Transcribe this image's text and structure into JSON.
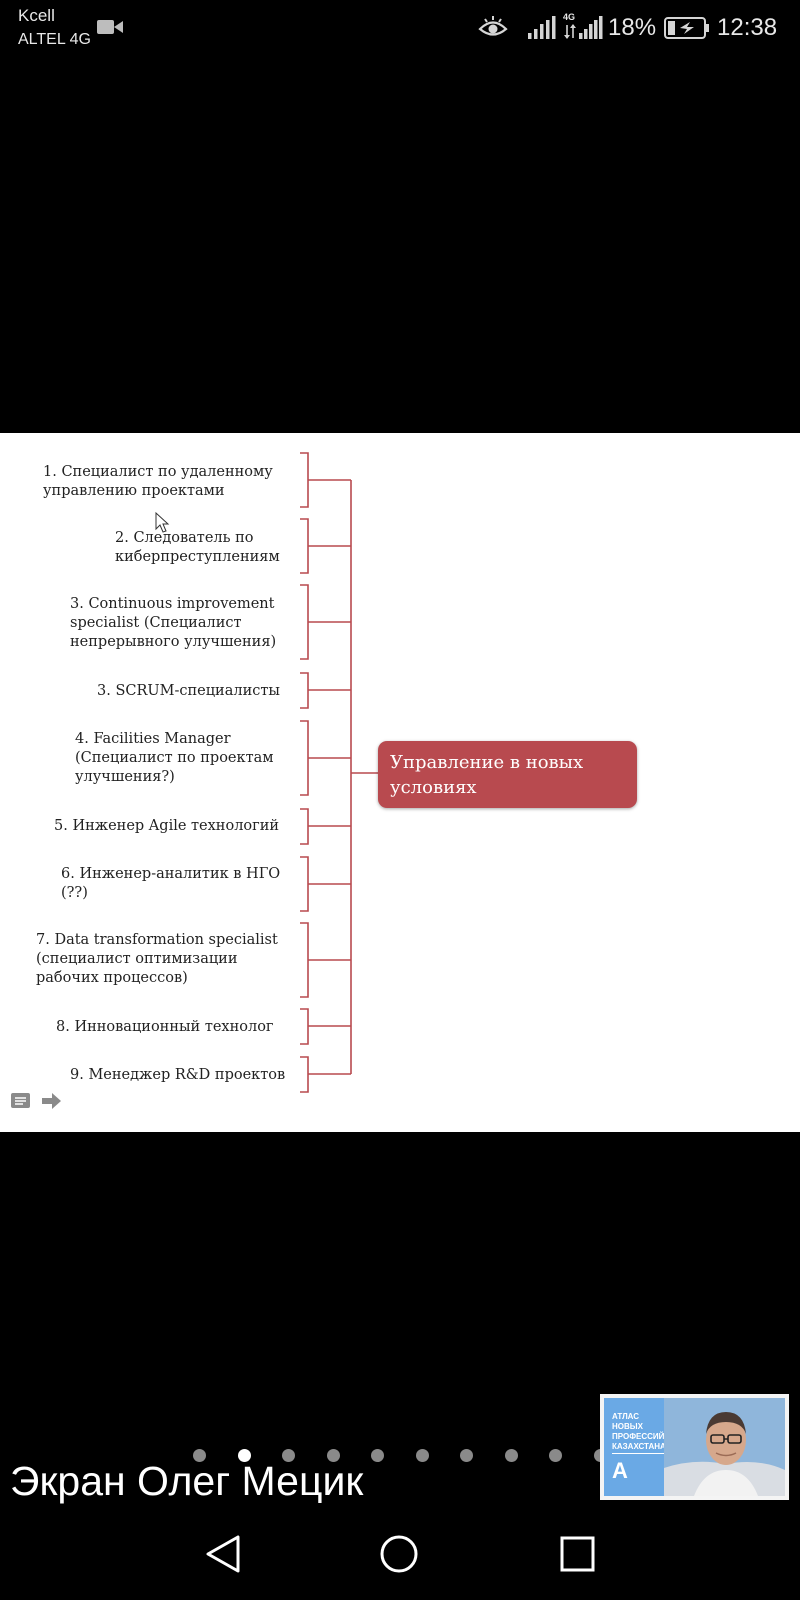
{
  "status_bar": {
    "carrier_primary": "Kcell",
    "carrier_secondary": "ALTEL 4G",
    "network_type": "4G",
    "battery_percent": "18%",
    "time": "12:38",
    "icons": [
      "video-camera-icon",
      "eye-icon",
      "signal-icon",
      "signal-4g-icon",
      "battery-charging-icon"
    ]
  },
  "slide": {
    "central_node": "Управление в новых условиях",
    "items": [
      {
        "line1": "1. Специалист по удаленному",
        "line2": "управлению проектами",
        "line3": ""
      },
      {
        "line1": "2. Следователь по",
        "line2": "киберпреступлениям",
        "line3": ""
      },
      {
        "line1": "3. Continuous improvement",
        "line2": "specialist (Специалист",
        "line3": "непрерывного улучшения)"
      },
      {
        "line1": "3. SCRUM-специалисты",
        "line2": "",
        "line3": ""
      },
      {
        "line1": "4. Facilities Manager",
        "line2": "(Специалист по проектам",
        "line3": "улучшения?)"
      },
      {
        "line1": "5. Инженер Agile технологий",
        "line2": "",
        "line3": ""
      },
      {
        "line1": "6. Инженер-аналитик в НГО",
        "line2": "(??)",
        "line3": ""
      },
      {
        "line1": "7. Data transformation specialist",
        "line2": "(специалист оптимизации",
        "line3": "рабочих процессов)"
      },
      {
        "line1": "8. Инновационный технолог",
        "line2": "",
        "line3": ""
      },
      {
        "line1": "9. Менеджер R&D проектов",
        "line2": "",
        "line3": ""
      }
    ],
    "controls": [
      "notes-icon",
      "next-arrow-icon"
    ],
    "accent_color": "#b84a4f"
  },
  "share": {
    "caption": "Экран Олег Мецик",
    "page_count": 10,
    "active_page": 2
  },
  "pip": {
    "logo_lines": [
      "АТЛАС",
      "НОВЫХ",
      "ПРОФЕССИЙ",
      "КАЗАХСТАНА"
    ],
    "logo_mark": "A"
  },
  "nav_bar": {
    "buttons": [
      "back-icon",
      "home-icon",
      "recents-icon"
    ]
  }
}
